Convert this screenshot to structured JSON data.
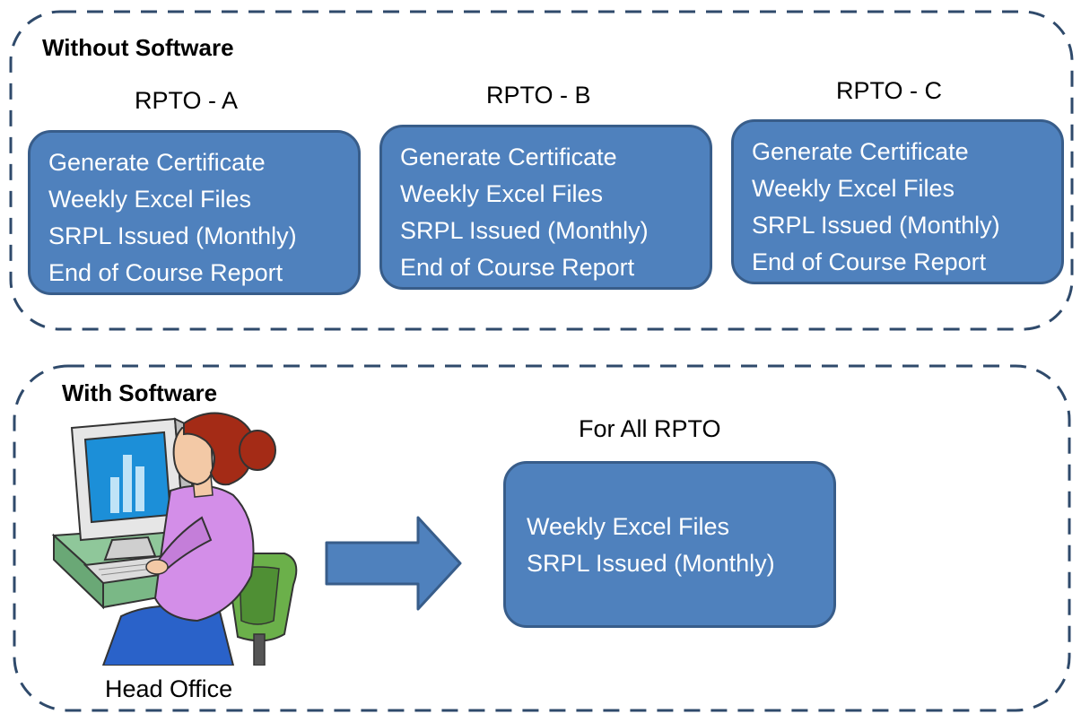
{
  "without_software": {
    "title": "Without Software",
    "rptos": [
      {
        "name": "RPTO - A",
        "tasks": [
          "Generate Certificate",
          "Weekly Excel Files",
          "SRPL Issued (Monthly)",
          "End of Course Report"
        ]
      },
      {
        "name": "RPTO - B",
        "tasks": [
          "Generate Certificate",
          "Weekly Excel Files",
          "SRPL Issued (Monthly)",
          "End of Course Report"
        ]
      },
      {
        "name": "RPTO - C",
        "tasks": [
          "Generate Certificate",
          "Weekly Excel Files",
          "SRPL Issued (Monthly)",
          "End of Course Report"
        ]
      }
    ]
  },
  "with_software": {
    "title": "With Software",
    "head_office_label": "Head Office",
    "target_heading": "For All RPTO",
    "tasks": [
      "Weekly Excel Files",
      "SRPL Issued (Monthly)"
    ]
  },
  "colors": {
    "box_fill": "#4f81bd",
    "box_border": "#385d8a",
    "dashed_frame": "#2f4a6b"
  }
}
